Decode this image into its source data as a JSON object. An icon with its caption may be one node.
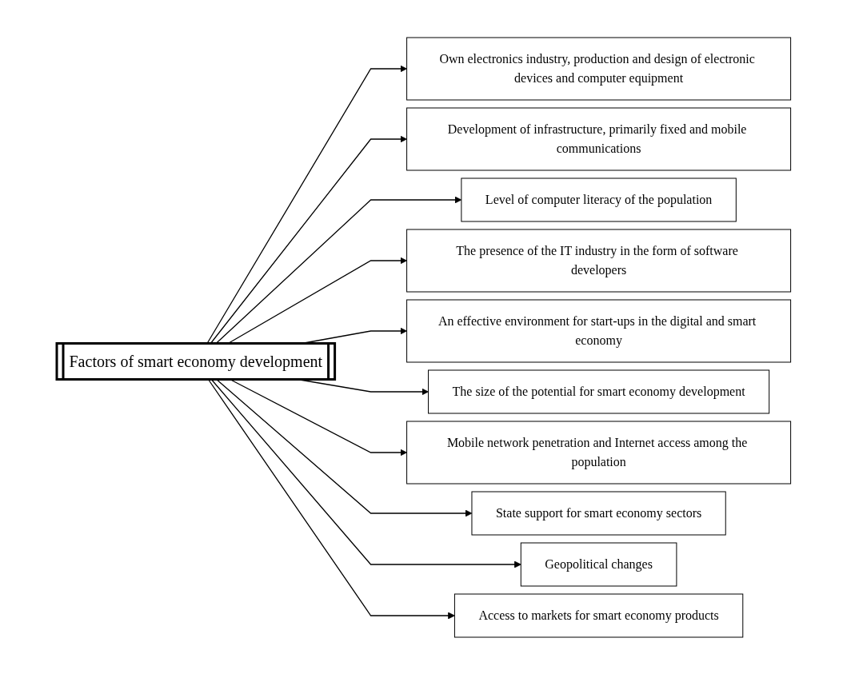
{
  "diagram": {
    "nodes": [
      {
        "text": [
          "Factors of smart economy development"
        ]
      },
      {
        "text": [
          "Own electronics industry, production and design of electronic devices and computer equipment"
        ]
      },
      {
        "text": [
          "Development of infrastructure, primarily fixed and mobile communications"
        ]
      },
      {
        "text": [
          "Level of computer literacy of the population"
        ]
      },
      {
        "text": [
          "The presence of the IT industry in the form of software developers"
        ]
      },
      {
        "text": [
          "An effective environment for start-ups in the digital and smart economy"
        ]
      },
      {
        "text": [
          "The size of the potential for smart economy development"
        ]
      },
      {
        "text": [
          "Mobile network penetration and Internet access among the population"
        ]
      },
      {
        "text": [
          "State support for smart economy sectors"
        ]
      },
      {
        "text": [
          "Geopolitical changes"
        ]
      },
      {
        "text": [
          "Access to markets for smart economy products"
        ]
      }
    ],
    "edges": [
      {
        "from": 0,
        "to": 1,
        "arrow": "to"
      },
      {
        "from": 0,
        "to": 2,
        "arrow": "to"
      },
      {
        "from": 0,
        "to": 3,
        "arrow": "to"
      },
      {
        "from": 0,
        "to": 4,
        "arrow": "to"
      },
      {
        "from": 0,
        "to": 5,
        "arrow": "to"
      },
      {
        "from": 0,
        "to": 6,
        "arrow": "to"
      },
      {
        "from": 0,
        "to": 7,
        "arrow": "to"
      },
      {
        "from": 0,
        "to": 8,
        "arrow": "to"
      },
      {
        "from": 0,
        "to": 9,
        "arrow": "to"
      },
      {
        "from": 0,
        "to": 10,
        "arrow": "to"
      }
    ]
  }
}
